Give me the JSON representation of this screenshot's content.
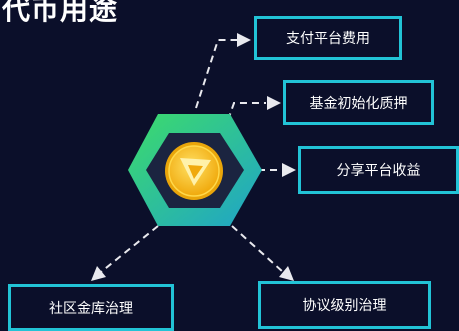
{
  "title": "代币用途",
  "center_icon": "coin-logo-icon",
  "uses": [
    {
      "label": "支付平台费用"
    },
    {
      "label": "基金初始化质押"
    },
    {
      "label": "分享平台收益"
    },
    {
      "label": "社区金库治理"
    },
    {
      "label": "协议级别治理"
    }
  ],
  "colors": {
    "background": "#0b0f2a",
    "box_border": "#22c3d6",
    "hex_gradient_start": "#3ddc6a",
    "hex_gradient_end": "#1fa3c9",
    "hex_inner": "#1b2440",
    "coin_gold": "#f7c21a",
    "arrow": "#e9e9ee"
  }
}
